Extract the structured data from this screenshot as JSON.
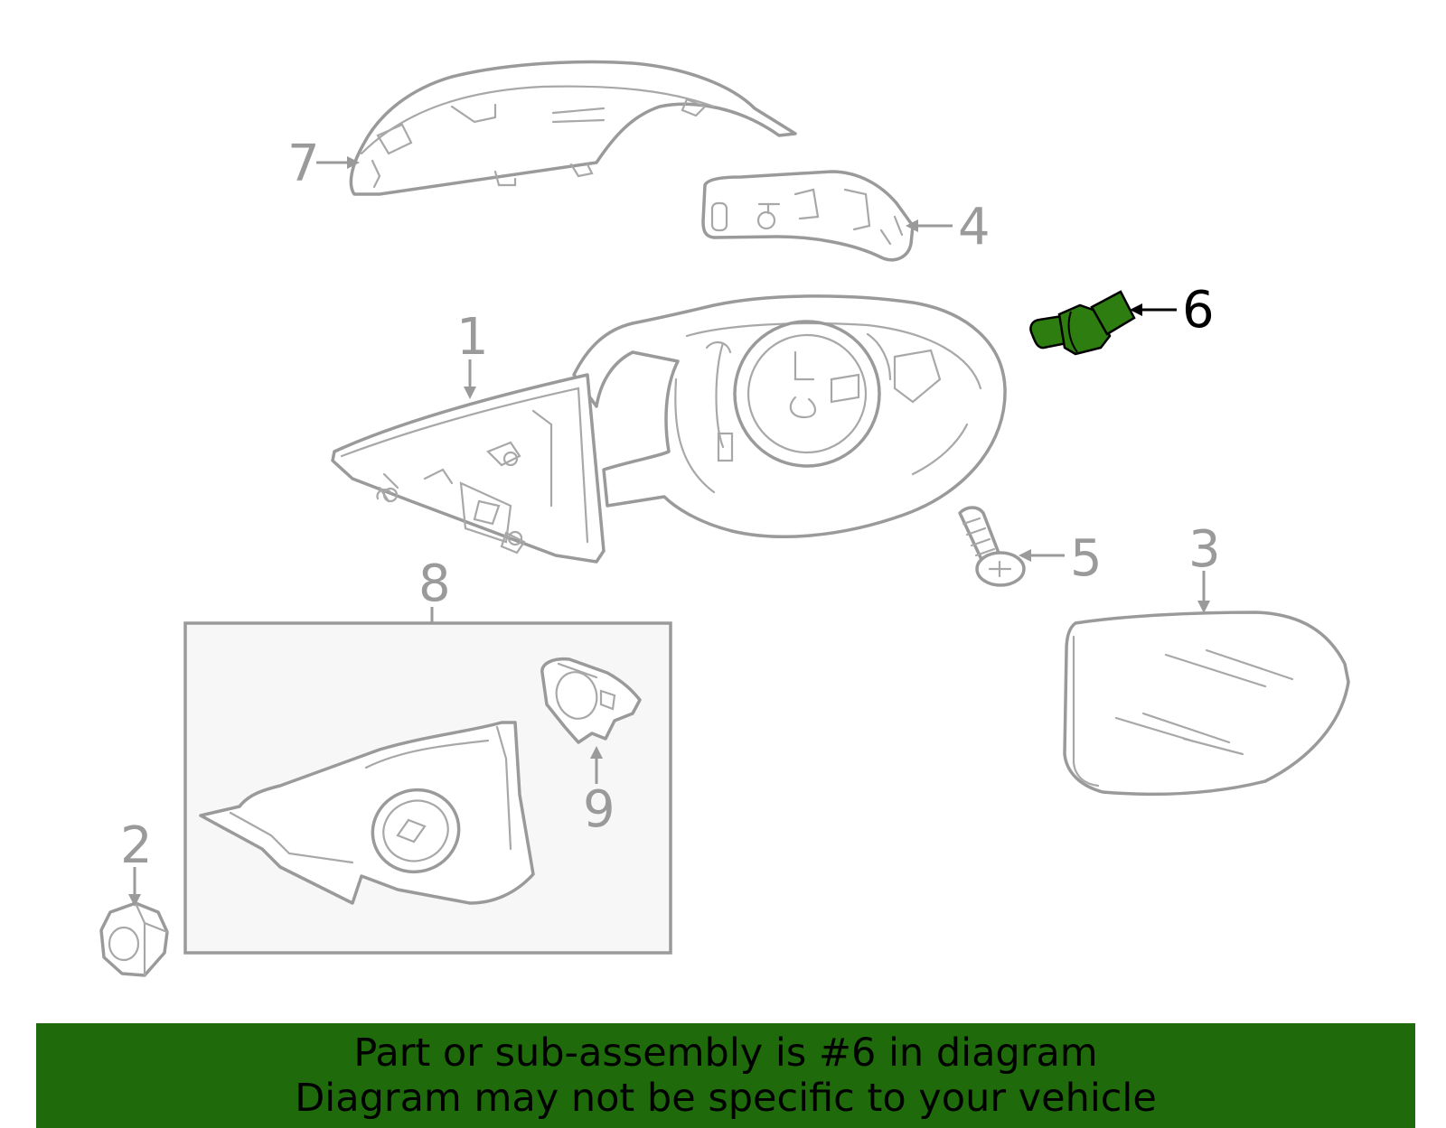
{
  "diagram": {
    "highlight_part": "6",
    "highlight_color": "#2e7d10",
    "line_color": "#9a9a9a",
    "callouts": [
      {
        "number": "1",
        "part": "mirror-housing-assembly"
      },
      {
        "number": "2",
        "part": "nut"
      },
      {
        "number": "3",
        "part": "mirror-glass"
      },
      {
        "number": "4",
        "part": "turn-signal-lamp"
      },
      {
        "number": "5",
        "part": "screw"
      },
      {
        "number": "6",
        "part": "bulb"
      },
      {
        "number": "7",
        "part": "mirror-cover"
      },
      {
        "number": "8",
        "part": "bracket-assembly"
      },
      {
        "number": "9",
        "part": "grommet"
      }
    ]
  },
  "banner": {
    "line1": "Part or sub-assembly is #6 in diagram",
    "line2": "Diagram may not be specific to your vehicle",
    "background": "#1f6b0c"
  }
}
